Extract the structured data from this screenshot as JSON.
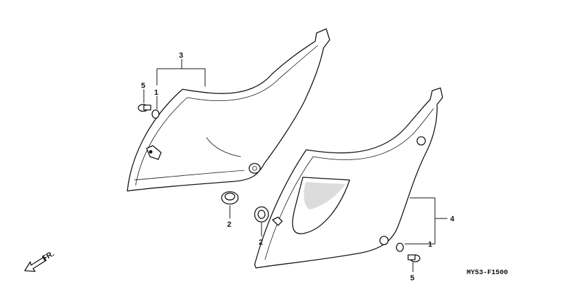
{
  "diagram": {
    "callouts": {
      "c3": "3",
      "c5_left": "5",
      "c1_left": "1",
      "c2_left": "2",
      "c2_mid": "2",
      "c4": "4",
      "c1_right": "1",
      "c5_right": "5"
    },
    "direction_label": "FR.",
    "drawing_code": "MY53-F1500"
  }
}
